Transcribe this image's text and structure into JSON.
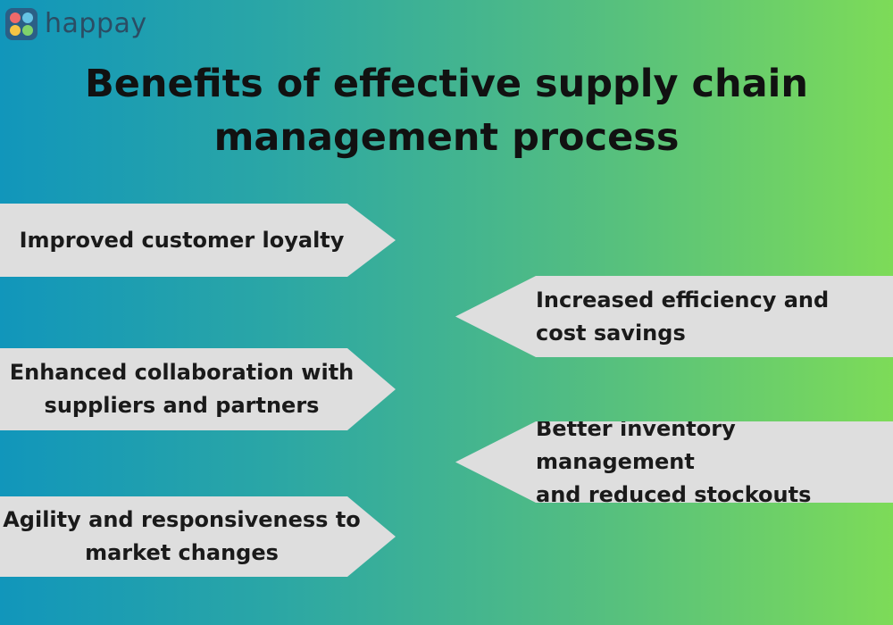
{
  "brand": {
    "name": "happay",
    "logo_icon": "happay-logo-icon"
  },
  "title": {
    "line1": "Benefits of effective supply chain",
    "line2": "management process"
  },
  "benefits": [
    {
      "lines": [
        "Improved customer loyalty"
      ],
      "direction": "right"
    },
    {
      "lines": [
        "Increased efficiency and",
        "cost savings"
      ],
      "direction": "left"
    },
    {
      "lines": [
        "Enhanced collaboration with",
        "suppliers and partners"
      ],
      "direction": "right"
    },
    {
      "lines": [
        "Better inventory management",
        "and reduced stockouts"
      ],
      "direction": "left"
    },
    {
      "lines": [
        "Agility and responsiveness to",
        "market changes"
      ],
      "direction": "right"
    }
  ],
  "colors": {
    "gradient_start": "#1196bb",
    "gradient_end": "#7ddb58",
    "arrow_fill": "#dedede",
    "text": "#111111"
  }
}
